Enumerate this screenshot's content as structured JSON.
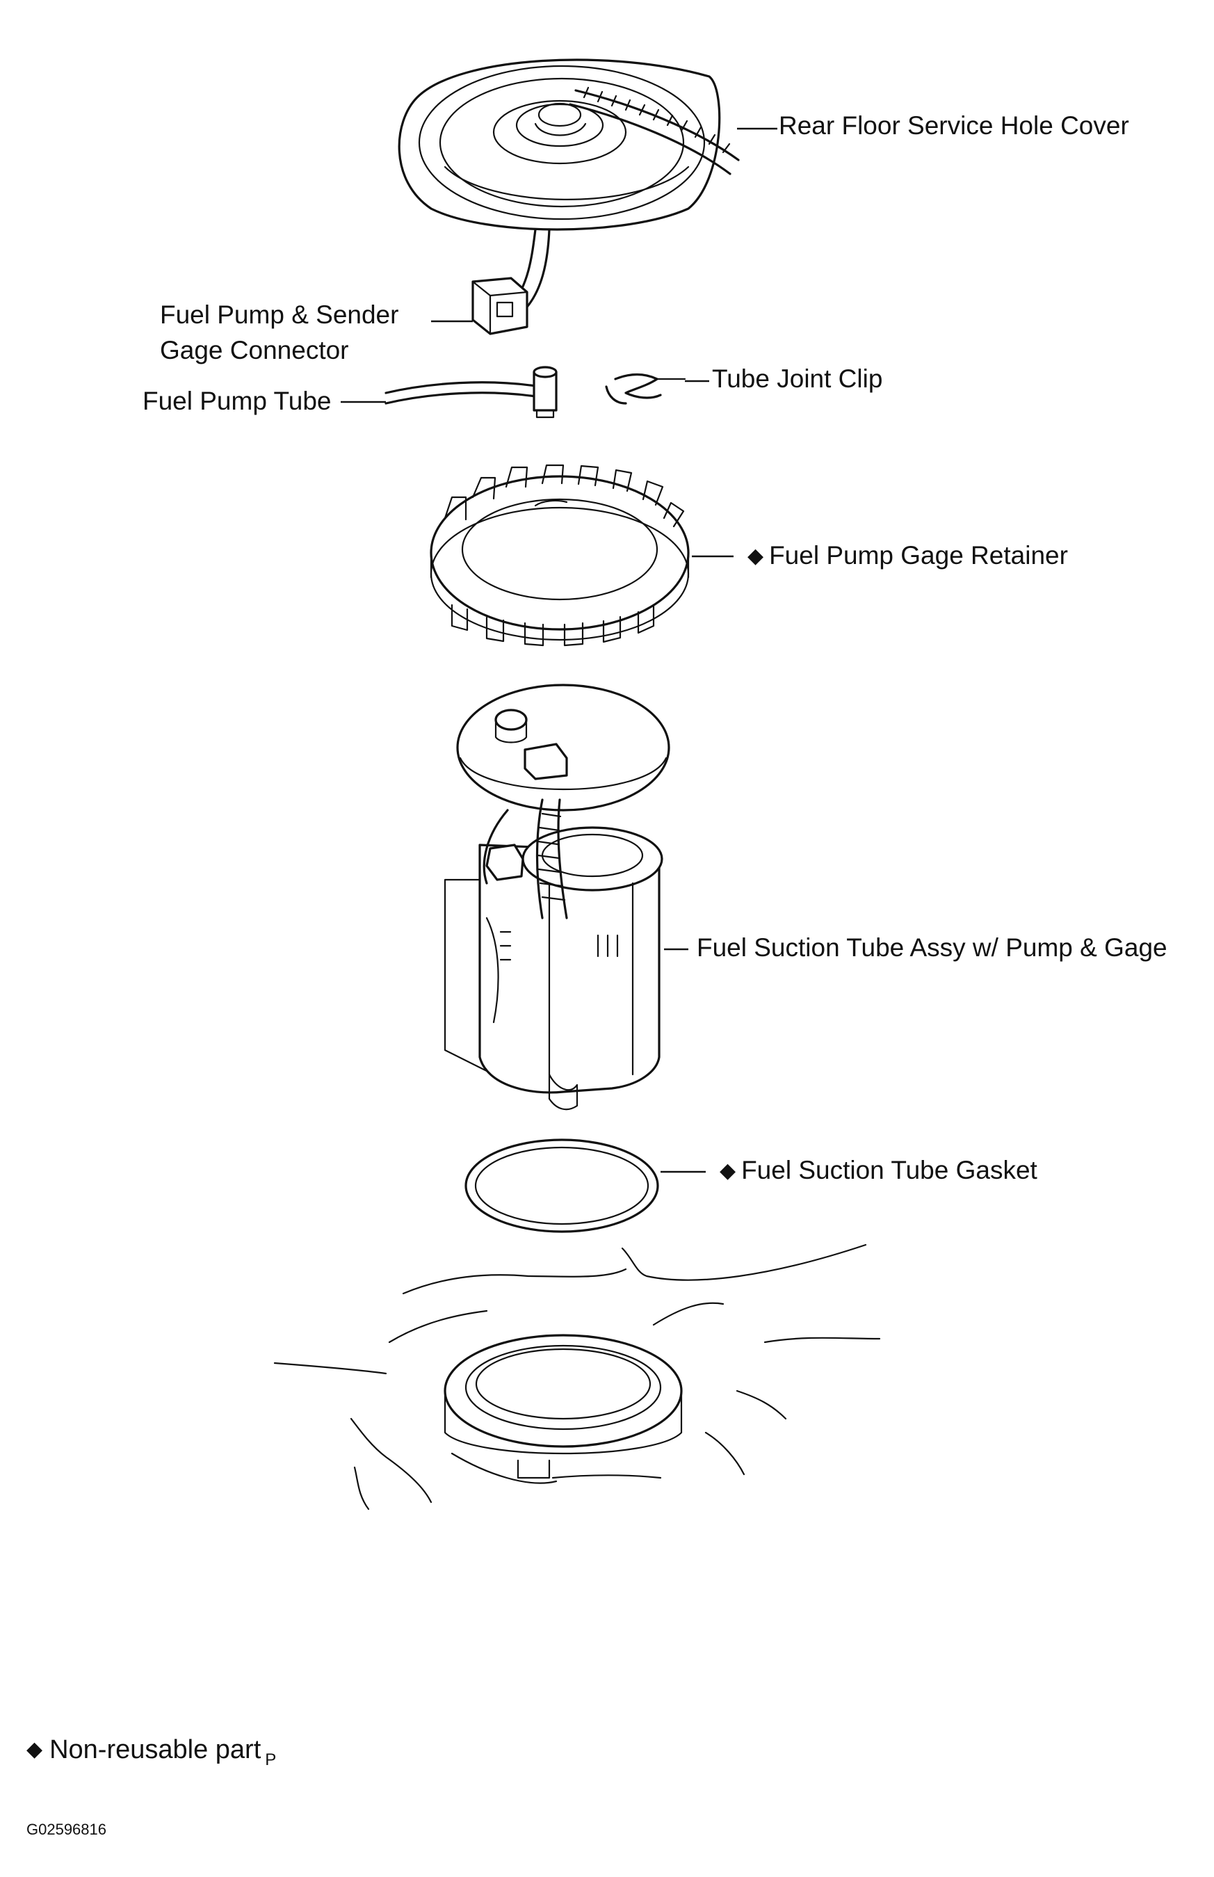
{
  "labels": {
    "cover": "Rear Floor Service Hole Cover",
    "connector_line1": "Fuel Pump & Sender",
    "connector_line2": "Gage Connector",
    "pump_tube": "Fuel Pump Tube",
    "joint_clip": "Tube Joint Clip",
    "retainer": "Fuel Pump Gage Retainer",
    "suction_assy": "Fuel Suction Tube Assy w/ Pump & Gage",
    "gasket": "Fuel Suction Tube Gasket"
  },
  "non_reusable_marker": "◆",
  "legend": {
    "text": "Non-reusable part",
    "suffix": "P"
  },
  "figure_code": "G02596816",
  "icons": {
    "non_reusable": "diamond-icon"
  }
}
